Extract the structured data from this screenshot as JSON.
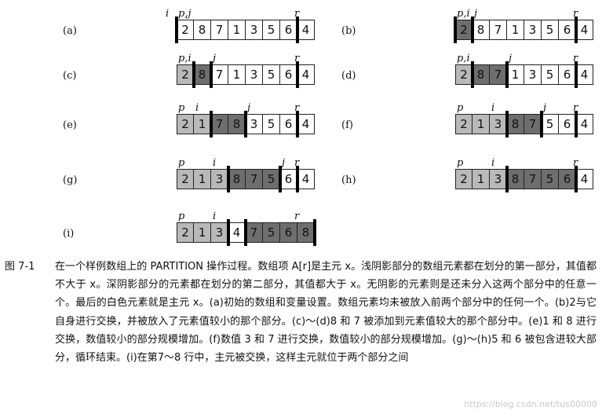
{
  "figure": {
    "panels": [
      {
        "label": "(a)",
        "markers": [
          {
            "name": "i",
            "text": "i",
            "at": 0
          },
          {
            "name": "p",
            "text": "p,j",
            "at": 0
          },
          {
            "name": "r",
            "text": "r",
            "at": 7
          }
        ],
        "cells": [
          {
            "value": "2",
            "shade": "none"
          },
          {
            "value": "8",
            "shade": "none"
          },
          {
            "value": "7",
            "shade": "none"
          },
          {
            "value": "1",
            "shade": "none"
          },
          {
            "value": "3",
            "shade": "none"
          },
          {
            "value": "5",
            "shade": "none"
          },
          {
            "value": "6",
            "shade": "none"
          },
          {
            "value": "4",
            "shade": "none"
          }
        ],
        "bars": [
          0,
          7
        ]
      },
      {
        "label": "(b)",
        "markers": [
          {
            "name": "p",
            "text": "p,i",
            "at": 0
          },
          {
            "name": "j",
            "text": "j",
            "at": 1
          },
          {
            "name": "r",
            "text": "r",
            "at": 7
          }
        ],
        "cells": [
          {
            "value": "2",
            "shade": "dark"
          },
          {
            "value": "8",
            "shade": "none"
          },
          {
            "value": "7",
            "shade": "none"
          },
          {
            "value": "1",
            "shade": "none"
          },
          {
            "value": "3",
            "shade": "none"
          },
          {
            "value": "5",
            "shade": "none"
          },
          {
            "value": "6",
            "shade": "none"
          },
          {
            "value": "4",
            "shade": "none"
          }
        ],
        "bars": [
          0,
          1,
          7
        ]
      },
      {
        "label": "(c)",
        "markers": [
          {
            "name": "p",
            "text": "p,i",
            "at": 0
          },
          {
            "name": "j",
            "text": "j",
            "at": 2
          },
          {
            "name": "r",
            "text": "r",
            "at": 7
          }
        ],
        "cells": [
          {
            "value": "2",
            "shade": "light"
          },
          {
            "value": "8",
            "shade": "dark"
          },
          {
            "value": "7",
            "shade": "none"
          },
          {
            "value": "1",
            "shade": "none"
          },
          {
            "value": "3",
            "shade": "none"
          },
          {
            "value": "5",
            "shade": "none"
          },
          {
            "value": "6",
            "shade": "none"
          },
          {
            "value": "4",
            "shade": "none"
          }
        ],
        "bars": [
          1,
          2,
          7
        ]
      },
      {
        "label": "(d)",
        "markers": [
          {
            "name": "p",
            "text": "p,i",
            "at": 0
          },
          {
            "name": "j",
            "text": "j",
            "at": 3
          },
          {
            "name": "r",
            "text": "r",
            "at": 7
          }
        ],
        "cells": [
          {
            "value": "2",
            "shade": "light"
          },
          {
            "value": "8",
            "shade": "dark"
          },
          {
            "value": "7",
            "shade": "dark"
          },
          {
            "value": "1",
            "shade": "none"
          },
          {
            "value": "3",
            "shade": "none"
          },
          {
            "value": "5",
            "shade": "none"
          },
          {
            "value": "6",
            "shade": "none"
          },
          {
            "value": "4",
            "shade": "none"
          }
        ],
        "bars": [
          1,
          3,
          7
        ]
      },
      {
        "label": "(e)",
        "markers": [
          {
            "name": "p",
            "text": "p",
            "at": 0
          },
          {
            "name": "i",
            "text": "i",
            "at": 1
          },
          {
            "name": "j",
            "text": "j",
            "at": 4
          },
          {
            "name": "r",
            "text": "r",
            "at": 7
          }
        ],
        "cells": [
          {
            "value": "2",
            "shade": "light"
          },
          {
            "value": "1",
            "shade": "light"
          },
          {
            "value": "7",
            "shade": "dark"
          },
          {
            "value": "8",
            "shade": "dark"
          },
          {
            "value": "3",
            "shade": "none"
          },
          {
            "value": "5",
            "shade": "none"
          },
          {
            "value": "6",
            "shade": "none"
          },
          {
            "value": "4",
            "shade": "none"
          }
        ],
        "bars": [
          2,
          4,
          7
        ]
      },
      {
        "label": "(f)",
        "markers": [
          {
            "name": "p",
            "text": "p",
            "at": 0
          },
          {
            "name": "i",
            "text": "i",
            "at": 2
          },
          {
            "name": "j",
            "text": "j",
            "at": 5
          },
          {
            "name": "r",
            "text": "r",
            "at": 7
          }
        ],
        "cells": [
          {
            "value": "2",
            "shade": "light"
          },
          {
            "value": "1",
            "shade": "light"
          },
          {
            "value": "3",
            "shade": "light"
          },
          {
            "value": "8",
            "shade": "dark"
          },
          {
            "value": "7",
            "shade": "dark"
          },
          {
            "value": "5",
            "shade": "none"
          },
          {
            "value": "6",
            "shade": "none"
          },
          {
            "value": "4",
            "shade": "none"
          }
        ],
        "bars": [
          3,
          5,
          7
        ]
      },
      {
        "label": "(g)",
        "markers": [
          {
            "name": "p",
            "text": "p",
            "at": 0
          },
          {
            "name": "i",
            "text": "i",
            "at": 2
          },
          {
            "name": "j",
            "text": "j",
            "at": 6
          },
          {
            "name": "r",
            "text": "r",
            "at": 7
          }
        ],
        "cells": [
          {
            "value": "2",
            "shade": "light"
          },
          {
            "value": "1",
            "shade": "light"
          },
          {
            "value": "3",
            "shade": "light"
          },
          {
            "value": "8",
            "shade": "dark"
          },
          {
            "value": "7",
            "shade": "dark"
          },
          {
            "value": "5",
            "shade": "dark"
          },
          {
            "value": "6",
            "shade": "none"
          },
          {
            "value": "4",
            "shade": "none"
          }
        ],
        "bars": [
          3,
          6,
          7
        ]
      },
      {
        "label": "(h)",
        "markers": [
          {
            "name": "p",
            "text": "p",
            "at": 0
          },
          {
            "name": "i",
            "text": "i",
            "at": 2
          },
          {
            "name": "r",
            "text": "r",
            "at": 7
          }
        ],
        "cells": [
          {
            "value": "2",
            "shade": "light"
          },
          {
            "value": "1",
            "shade": "light"
          },
          {
            "value": "3",
            "shade": "light"
          },
          {
            "value": "8",
            "shade": "dark"
          },
          {
            "value": "7",
            "shade": "dark"
          },
          {
            "value": "5",
            "shade": "dark"
          },
          {
            "value": "6",
            "shade": "dark"
          },
          {
            "value": "4",
            "shade": "none"
          }
        ],
        "bars": [
          3,
          7
        ]
      },
      {
        "label": "(i)",
        "markers": [
          {
            "name": "p",
            "text": "p",
            "at": 0
          },
          {
            "name": "i",
            "text": "i",
            "at": 2
          },
          {
            "name": "r",
            "text": "r",
            "at": 7
          }
        ],
        "cells": [
          {
            "value": "2",
            "shade": "light"
          },
          {
            "value": "1",
            "shade": "light"
          },
          {
            "value": "3",
            "shade": "light"
          },
          {
            "value": "4",
            "shade": "none"
          },
          {
            "value": "7",
            "shade": "dark"
          },
          {
            "value": "5",
            "shade": "dark"
          },
          {
            "value": "6",
            "shade": "dark"
          },
          {
            "value": "8",
            "shade": "dark"
          }
        ],
        "bars": [
          3,
          4,
          8
        ]
      }
    ],
    "colors": {
      "light": "#b9b9b9",
      "dark": "#6e6e6e",
      "none": "#ffffff",
      "line": "#222222"
    }
  },
  "caption": {
    "label": "图 7-1",
    "text": "在一个样例数组上的 PARTITION 操作过程。数组项 A[r]是主元 x。浅阴影部分的数组元素都在划分的第一部分，其值都不大于 x。深阴影部分的元素都在划分的第二部分，其值都大于 x。无阴影的元素则是还未分入这两个部分中的任意一个。最后的白色元素就是主元 x。(a)初始的数组和变量设置。数组元素均未被放入前两个部分中的任何一个。(b)2与它自身进行交换，并被放入了元素值较小的那个部分。(c)～(d)8 和 7 被添加到元素值较大的那个部分中。(e)1 和 8 进行交换，数值较小的部分规模增加。(f)数值 3 和 7 进行交换，数值较小的部分规模增加。(g)～(h)5 和 6 被包含进较大部分，循环结束。(i)在第7～8 行中，主元被交换，这样主元就位于两个部分之间"
  },
  "watermark": "https://blog.csdn.net/tus00000"
}
